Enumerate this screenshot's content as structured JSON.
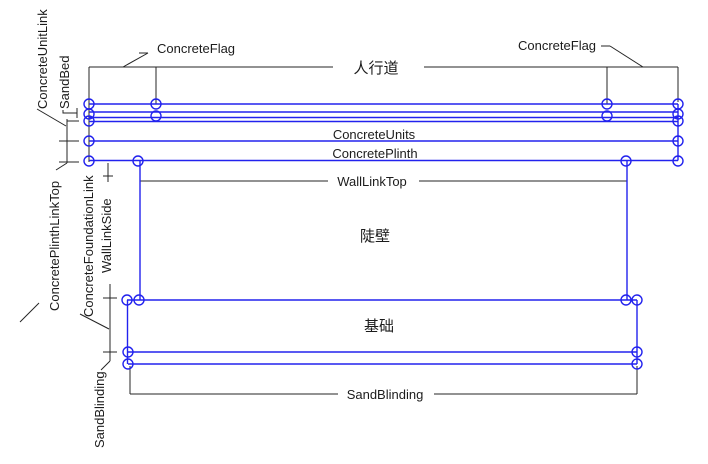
{
  "colors": {
    "line_blue": "#2222ee",
    "line_black": "#242424"
  },
  "labels": {
    "concrete_flag_left": "ConcreteFlag",
    "sidewalk": "人行道",
    "concrete_flag_right": "ConcreteFlag",
    "concrete_units": "ConcreteUnits",
    "concrete_plinth": "ConcretePlinth",
    "wall_link_top": "WallLinkTop",
    "wall": "陡壁",
    "foundation": "基础",
    "sand_blinding_dim": "SandBlinding",
    "concrete_unit_link": "ConcreteUnitLink",
    "sand_bed": "SandBed",
    "concrete_plinth_link_top": "ConcretePlinthLinkTop",
    "concrete_foundation_link": "ConcreteFoundationLink",
    "wall_link_side": "WallLinkSide",
    "sand_blinding_left": "SandBlinding"
  }
}
